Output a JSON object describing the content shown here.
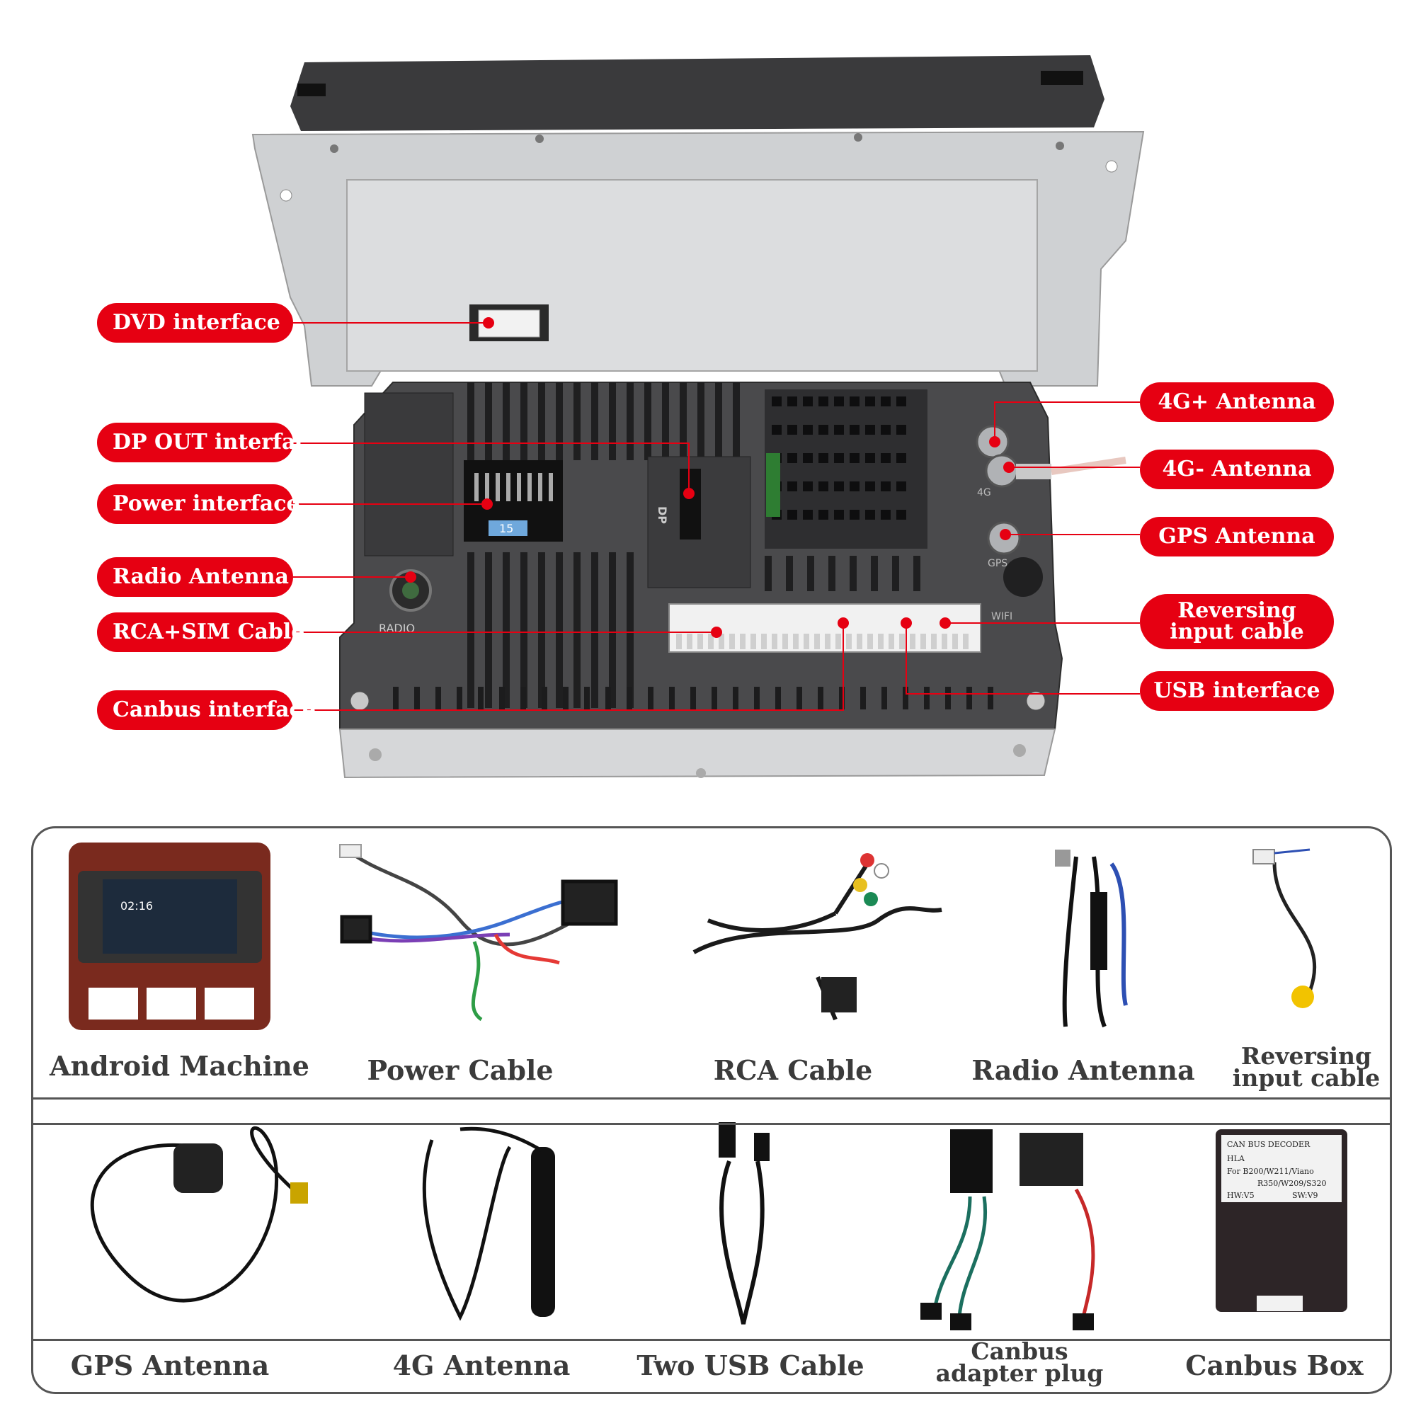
{
  "callouts_left": [
    {
      "label": "DVD interface"
    },
    {
      "label": "DP OUT interfac"
    },
    {
      "label": "Power interface"
    },
    {
      "label": "Radio Antenna"
    },
    {
      "label": "RCA+SIM Cable"
    },
    {
      "label": "Canbus interface"
    }
  ],
  "callouts_right": [
    {
      "label": "4G+ Antenna"
    },
    {
      "label": "4G- Antenna"
    },
    {
      "label": "GPS Antenna"
    },
    {
      "line1": "Reversing",
      "line2": "input cable"
    },
    {
      "label": "USB interface"
    }
  ],
  "unit_markings": {
    "dp": "DP",
    "radio": "RADIO",
    "wifi": "WIFI",
    "fm": "4G",
    "gps": "GPS",
    "fuse": "15"
  },
  "products": {
    "row1": [
      {
        "label": "Android Machine",
        "screen_time": "02:16"
      },
      {
        "label": "Power Cable"
      },
      {
        "label": "RCA Cable"
      },
      {
        "label": "Radio Antenna"
      },
      {
        "line1": "Reversing",
        "line2": "input cable"
      }
    ],
    "row2": [
      {
        "label": "GPS Antenna"
      },
      {
        "label": "4G Antenna"
      },
      {
        "label": "Two USB Cable"
      },
      {
        "line1": "Canbus",
        "line2": "adapter plug"
      },
      {
        "label": "Canbus Box"
      }
    ]
  },
  "decoder": {
    "line1": "CAN BUS DECODER",
    "line2": "HLA",
    "line3": "For  B200/W211/Viano",
    "line4": "R350/W209/S320",
    "hw": "HW:V5",
    "sw": "SW:V9"
  },
  "colors": {
    "accent": "#e60012",
    "frame": "#555555",
    "label_text": "#3b3b3b"
  }
}
